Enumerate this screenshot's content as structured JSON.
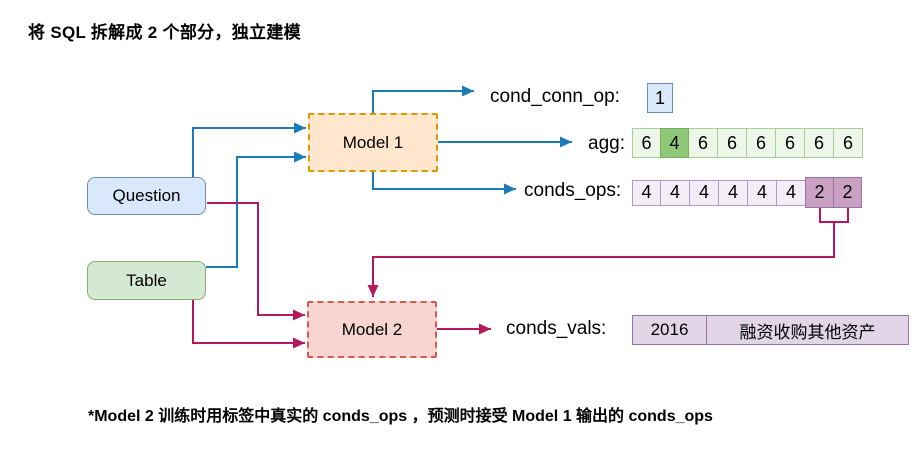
{
  "title": "将 SQL 拆解成 2 个部分，独立建模",
  "footnote": "*Model 2 训练时用标签中真实的 conds_ops ，预测时接受 Model 1 输出的 conds_ops",
  "nodes": {
    "question": {
      "label": "Question"
    },
    "table": {
      "label": "Table"
    },
    "model1": {
      "label": "Model 1"
    },
    "model2": {
      "label": "Model 2"
    }
  },
  "outputs": {
    "cond_conn_op": {
      "label": "cond_conn_op:",
      "value": "1"
    },
    "agg": {
      "label": "agg:",
      "values": [
        "6",
        "4",
        "6",
        "6",
        "6",
        "6",
        "6",
        "6"
      ],
      "highlight": [
        1
      ]
    },
    "conds_ops": {
      "label": "conds_ops:",
      "values": [
        "4",
        "4",
        "4",
        "4",
        "4",
        "4",
        "2",
        "2"
      ],
      "highlight": [
        6,
        7
      ]
    },
    "conds_vals": {
      "label": "conds_vals:",
      "values": [
        "2016",
        "融资收购其他资产"
      ],
      "highlight": []
    }
  },
  "colors": {
    "model1_flow": "#1d7bb8",
    "model2_flow": "#b5195b",
    "question_fill": "#dae8fc",
    "question_border": "#6c8ebf",
    "table_fill": "#d5e8d4",
    "table_border": "#82b366",
    "model1_fill": "#ffe6cc",
    "model1_border": "#d79b00",
    "model2_fill": "#f8d5d1",
    "model2_border": "#d45b50",
    "agg_highlight_fill": "#8fc878",
    "conds_ops_highlight_fill": "#cba1c3",
    "conds_vals_fill": "#e1d5e7"
  }
}
